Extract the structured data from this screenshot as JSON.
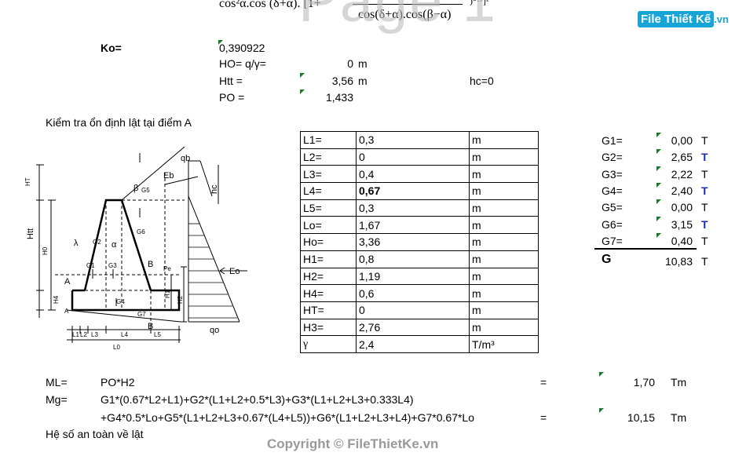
{
  "header_formula": {
    "left": "cos²α.cos (δ+α). [1+",
    "fraction_denominator": "cos(δ+α).cos(β−α)",
    "tail": ")⁰·⁵]²",
    "watermark_text": "Page 1"
  },
  "logo": {
    "brand": "File Thiết Kế",
    "suffix": ".vn"
  },
  "ko": {
    "label": "Ko=",
    "value": "0,390922"
  },
  "ho": {
    "label": "HO= q/γ=",
    "value": "0",
    "unit": "m"
  },
  "htt": {
    "label": "Htt =",
    "value": "3,56",
    "unit": "m",
    "hc": "hc=0"
  },
  "po": {
    "label": "PO =",
    "value": "1,433"
  },
  "section_title": "Kiểm tra ổn định lật tại điểm A",
  "params": [
    {
      "name": "L1=",
      "value": "0,3",
      "unit": "m"
    },
    {
      "name": "L2=",
      "value": "0",
      "unit": "m"
    },
    {
      "name": "L3=",
      "value": "0,4",
      "unit": "m"
    },
    {
      "name": "L4=",
      "value": "0,67",
      "unit": "m"
    },
    {
      "name": "L5=",
      "value": "0,3",
      "unit": "m"
    },
    {
      "name": "Lo=",
      "value": "1,67",
      "unit": "m"
    },
    {
      "name": "Ho=",
      "value": "3,36",
      "unit": "m"
    },
    {
      "name": "H1=",
      "value": "0,8",
      "unit": "m"
    },
    {
      "name": "H2=",
      "value": "1,19",
      "unit": "m"
    },
    {
      "name": "H4=",
      "value": "0,6",
      "unit": "m"
    },
    {
      "name": "HT=",
      "value": "0",
      "unit": "m"
    },
    {
      "name": "H3=",
      "value": "2,76",
      "unit": "m"
    },
    {
      "name": "γ",
      "value": "2,4",
      "unit": "T/m³"
    }
  ],
  "weights": [
    {
      "name": "G1=",
      "value": "0,00",
      "unit": "T",
      "emph": false
    },
    {
      "name": "G2=",
      "value": "2,65",
      "unit": "T",
      "emph": true
    },
    {
      "name": "G3=",
      "value": "2,22",
      "unit": "T",
      "emph": false
    },
    {
      "name": "G4=",
      "value": "2,40",
      "unit": "T",
      "emph": true
    },
    {
      "name": "G5=",
      "value": "0,00",
      "unit": "T",
      "emph": false
    },
    {
      "name": "G6=",
      "value": "3,15",
      "unit": "T",
      "emph": true
    },
    {
      "name": "G7=",
      "value": "0,40",
      "unit": "T",
      "emph": false
    }
  ],
  "weights_total": {
    "name": "G",
    "value": "10,83",
    "unit": "T"
  },
  "ml": {
    "label": "ML=",
    "formula": "PO*H2",
    "eq": "=",
    "value": "1,70",
    "unit": "Tm"
  },
  "mg": {
    "label": "Mg=",
    "formula1": "G1*(0.67*L2+L1)+G2*(L1+L2+0.5*L3)+G3*(L1+L2+L3+0.333L4)",
    "formula2": "+G4*0.5*Lo+G5*(L1+L2+L3+0.67*(L4+L5))+G6*(L1+L2+L3+L4)+G7*0.67*Lo",
    "eq": "=",
    "value": "10,15",
    "unit": "Tm"
  },
  "safety_label": "Hệ số an toàn về lật",
  "copyright": "Copyright © FileThietKe.vn",
  "drawing_labels": {
    "ht": "HT",
    "htt": "Htt",
    "h0": "H0",
    "h4": "H4",
    "h1": "H1",
    "h2": "H2",
    "hc": "hc",
    "g1": "G1",
    "g2": "G2",
    "g3": "G3",
    "g4": "G4",
    "g5": "G5",
    "g6": "G6",
    "g7": "G7",
    "a": "A",
    "b": "B",
    "beta": "β",
    "alpha": "α",
    "lambda": "λ",
    "eb": "Eb",
    "eo": "Eo",
    "qb": "qb",
    "qo": "qo",
    "pe": "Pe",
    "l1": "L1",
    "l2": "L2",
    "l3": "L3",
    "l4": "L4",
    "l5": "L5",
    "l0": "L0"
  }
}
